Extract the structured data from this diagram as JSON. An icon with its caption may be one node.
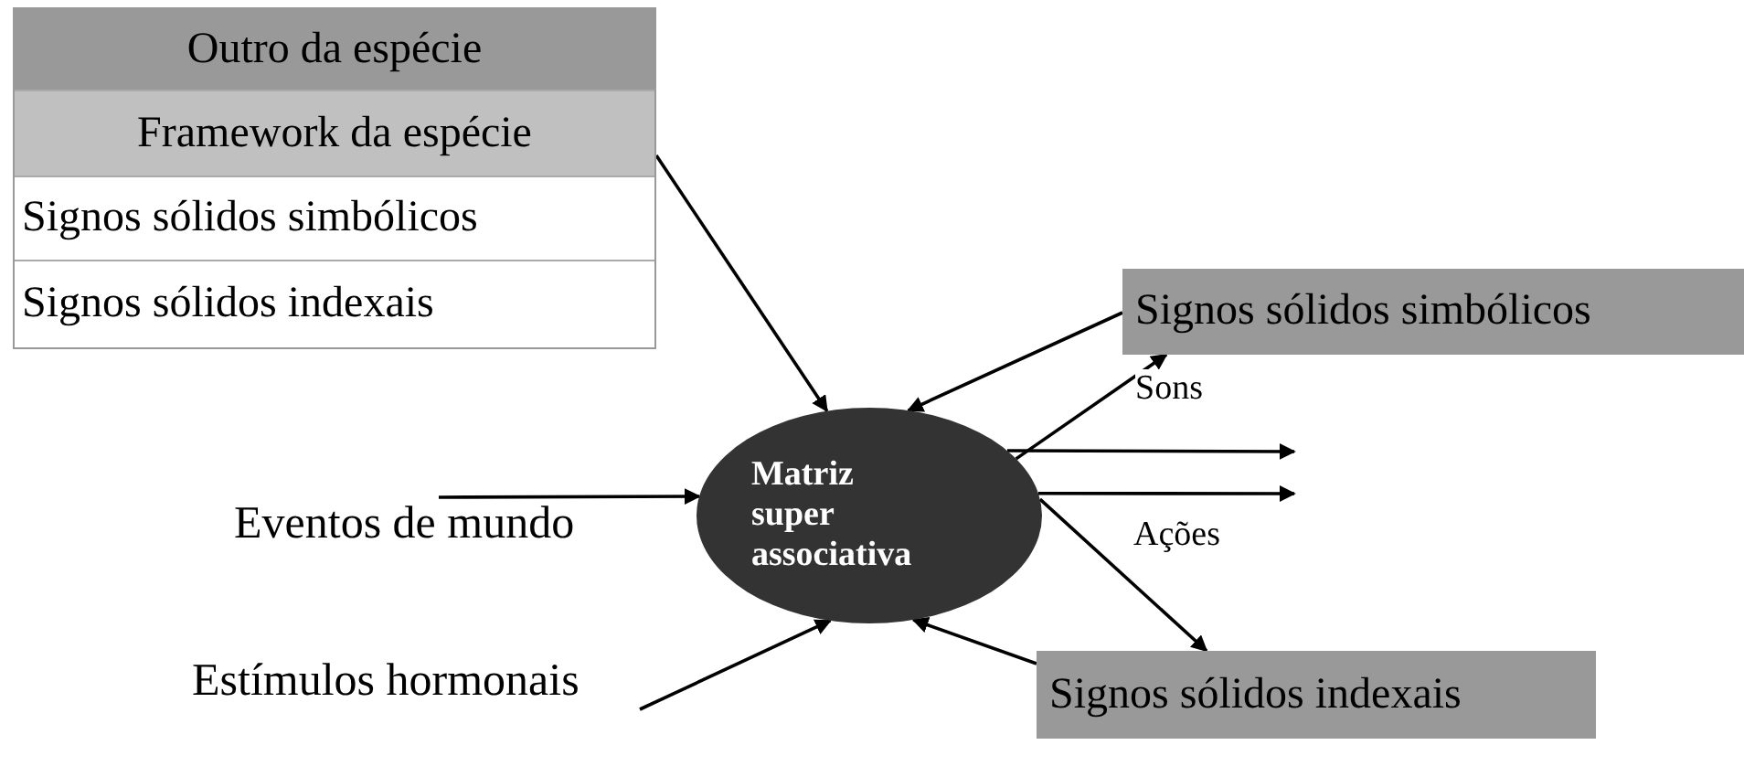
{
  "diagram": {
    "nodes": [
      {
        "text": [],
        "shape": "box"
      },
      {
        "text": [
          "Outro da espécie"
        ],
        "in": 0
      },
      {
        "text": [
          "Framework da espécie"
        ],
        "in": 0
      },
      {
        "text": [
          "Signos sólidos simbólicos"
        ],
        "in": 0
      },
      {
        "text": [
          "Signos sólidos indexais"
        ],
        "in": 0
      },
      {
        "text": [
          "Matriz super associativa"
        ]
      },
      {
        "text": [
          "Signos sólidos simbólicos"
        ]
      },
      {
        "text": [
          "Signos sólidos indexais"
        ]
      },
      {
        "text": [
          "Eventos de mundo"
        ]
      },
      {
        "text": [
          "Estímulos hormonais"
        ]
      }
    ],
    "edges": [
      {
        "from": 0,
        "to": 5,
        "arrow": "to"
      },
      {
        "from": 6,
        "to": 5,
        "arrow": "to"
      },
      {
        "from": 5,
        "to": 6,
        "arrow": "to",
        "label": "Sons"
      },
      {
        "from": 5,
        "to": null,
        "arrow": "to"
      },
      {
        "from": 5,
        "to": null,
        "arrow": "to"
      },
      {
        "from": 5,
        "to": 7,
        "arrow": "to",
        "label": "Ações"
      },
      {
        "from": 7,
        "to": 5,
        "arrow": "to"
      },
      {
        "from": 8,
        "to": 5,
        "arrow": "to"
      },
      {
        "from": 9,
        "to": 5,
        "arrow": "to"
      }
    ]
  }
}
